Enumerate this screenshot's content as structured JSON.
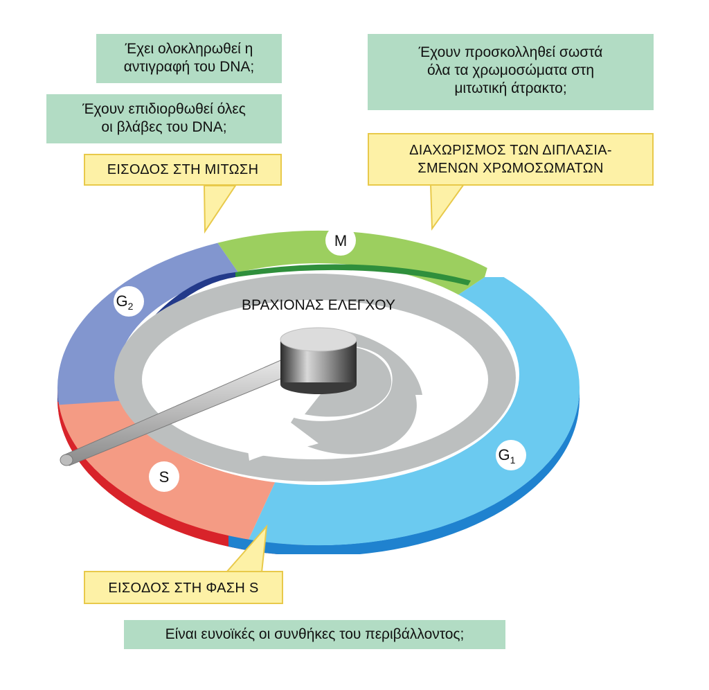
{
  "questions": {
    "dna_replication": [
      "Έχει ολοκληρωθεί η",
      "αντιγραφή του DNA;"
    ],
    "dna_repair": [
      "Έχουν επιδιορθωθεί όλες",
      "οι βλάβες του DNA;"
    ],
    "chromosomes_attached": [
      "Έχουν προσκολληθεί σωστά",
      "όλα τα χρωμοσώματα στη",
      "μιτωτική άτρακτο;"
    ],
    "environment": "Είναι ευνοϊκές οι συνθήκες του περιβάλλοντος;"
  },
  "checkpoints": {
    "mitosis_entry": "ΕΙΣΟΔΟΣ ΣΤΗ ΜΙΤΩΣΗ",
    "chromosome_separation": [
      "ΔΙΑΧΩΡΙΣΜΟΣ ΤΩΝ ΔΙΠΛΑΣΙΑ-",
      "ΣΜΕΝΩΝ ΧΡΩΜΟΣΩΜΑΤΩΝ"
    ],
    "s_entry": "ΕΙΣΟΔΟΣ ΣΤΗ ΦΑΣΗ S"
  },
  "phases": {
    "M": "M",
    "G2": {
      "letter": "G",
      "sub": "2"
    },
    "S": "S",
    "G1": {
      "letter": "G",
      "sub": "1"
    }
  },
  "control_arm": "ΒΡΑΧΙΟΝΑΣ ΕΛΕΓΧΟΥ",
  "colors": {
    "M": "#9ccf5f",
    "G2": "#8296cf",
    "S": "#f49b84",
    "G1": "#6bcaf0",
    "inner_ring": "#bcbfbf",
    "question_box": "#b2dcc4",
    "checkpoint_box": "#fdf1a6"
  }
}
